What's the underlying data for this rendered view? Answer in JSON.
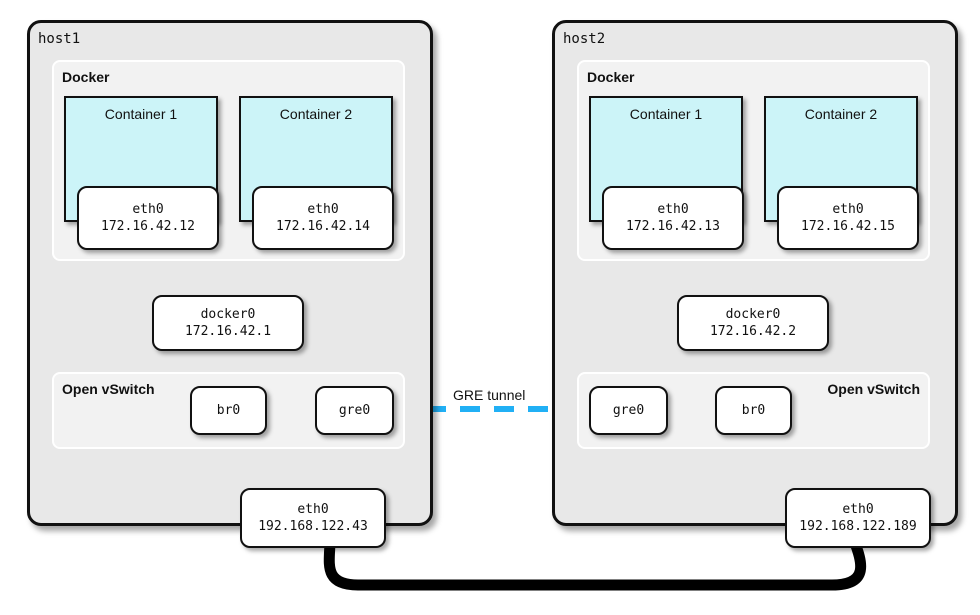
{
  "colors": {
    "bridge_link": "#1a6af5",
    "tunnel": "#21b0f5",
    "physical_cable": "#000000",
    "container_fill": "#ccf4f8",
    "host_fill": "#e8e8e8"
  },
  "tunnel_label": "GRE tunnel",
  "host1": {
    "label": "host1",
    "docker_title": "Docker",
    "container1": {
      "title": "Container 1",
      "iface": "eth0",
      "ip": "172.16.42.12"
    },
    "container2": {
      "title": "Container 2",
      "iface": "eth0",
      "ip": "172.16.42.14"
    },
    "docker0": {
      "name": "docker0",
      "ip": "172.16.42.1"
    },
    "ovs_title": "Open vSwitch",
    "br0": "br0",
    "gre0": "gre0",
    "eth0": {
      "iface": "eth0",
      "ip": "192.168.122.43"
    }
  },
  "host2": {
    "label": "host2",
    "docker_title": "Docker",
    "container1": {
      "title": "Container 1",
      "iface": "eth0",
      "ip": "172.16.42.13"
    },
    "container2": {
      "title": "Container 2",
      "iface": "eth0",
      "ip": "172.16.42.15"
    },
    "docker0": {
      "name": "docker0",
      "ip": "172.16.42.2"
    },
    "ovs_title": "Open vSwitch",
    "br0": "br0",
    "gre0": "gre0",
    "eth0": {
      "iface": "eth0",
      "ip": "192.168.122.189"
    }
  }
}
